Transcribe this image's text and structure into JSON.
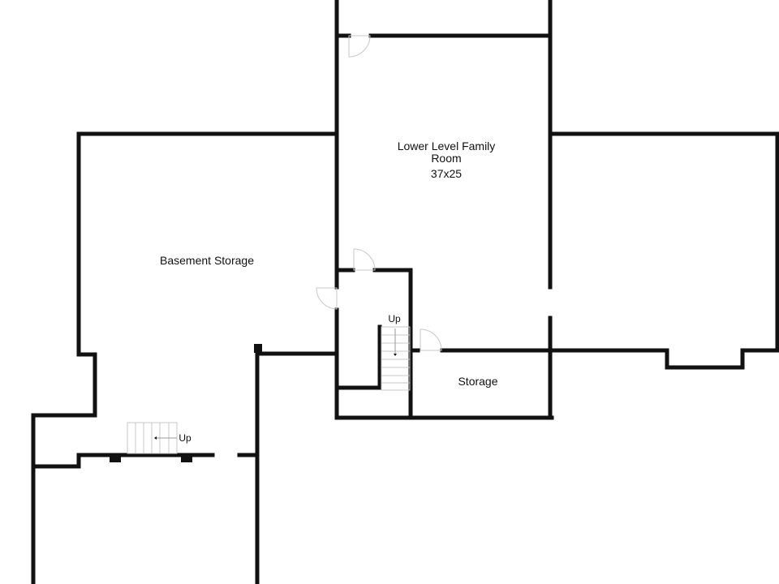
{
  "rooms": {
    "family_room": {
      "name_line1": "Lower Level Family",
      "name_line2": "Room",
      "dimensions": "37x25"
    },
    "basement_storage": {
      "name": "Basement Storage"
    },
    "storage": {
      "name": "Storage"
    }
  },
  "stairs": {
    "center_label": "Up",
    "left_label": "Up"
  },
  "colors": {
    "wall": "#111111",
    "fixture": "#c8c8c8",
    "background": "#ffffff"
  }
}
